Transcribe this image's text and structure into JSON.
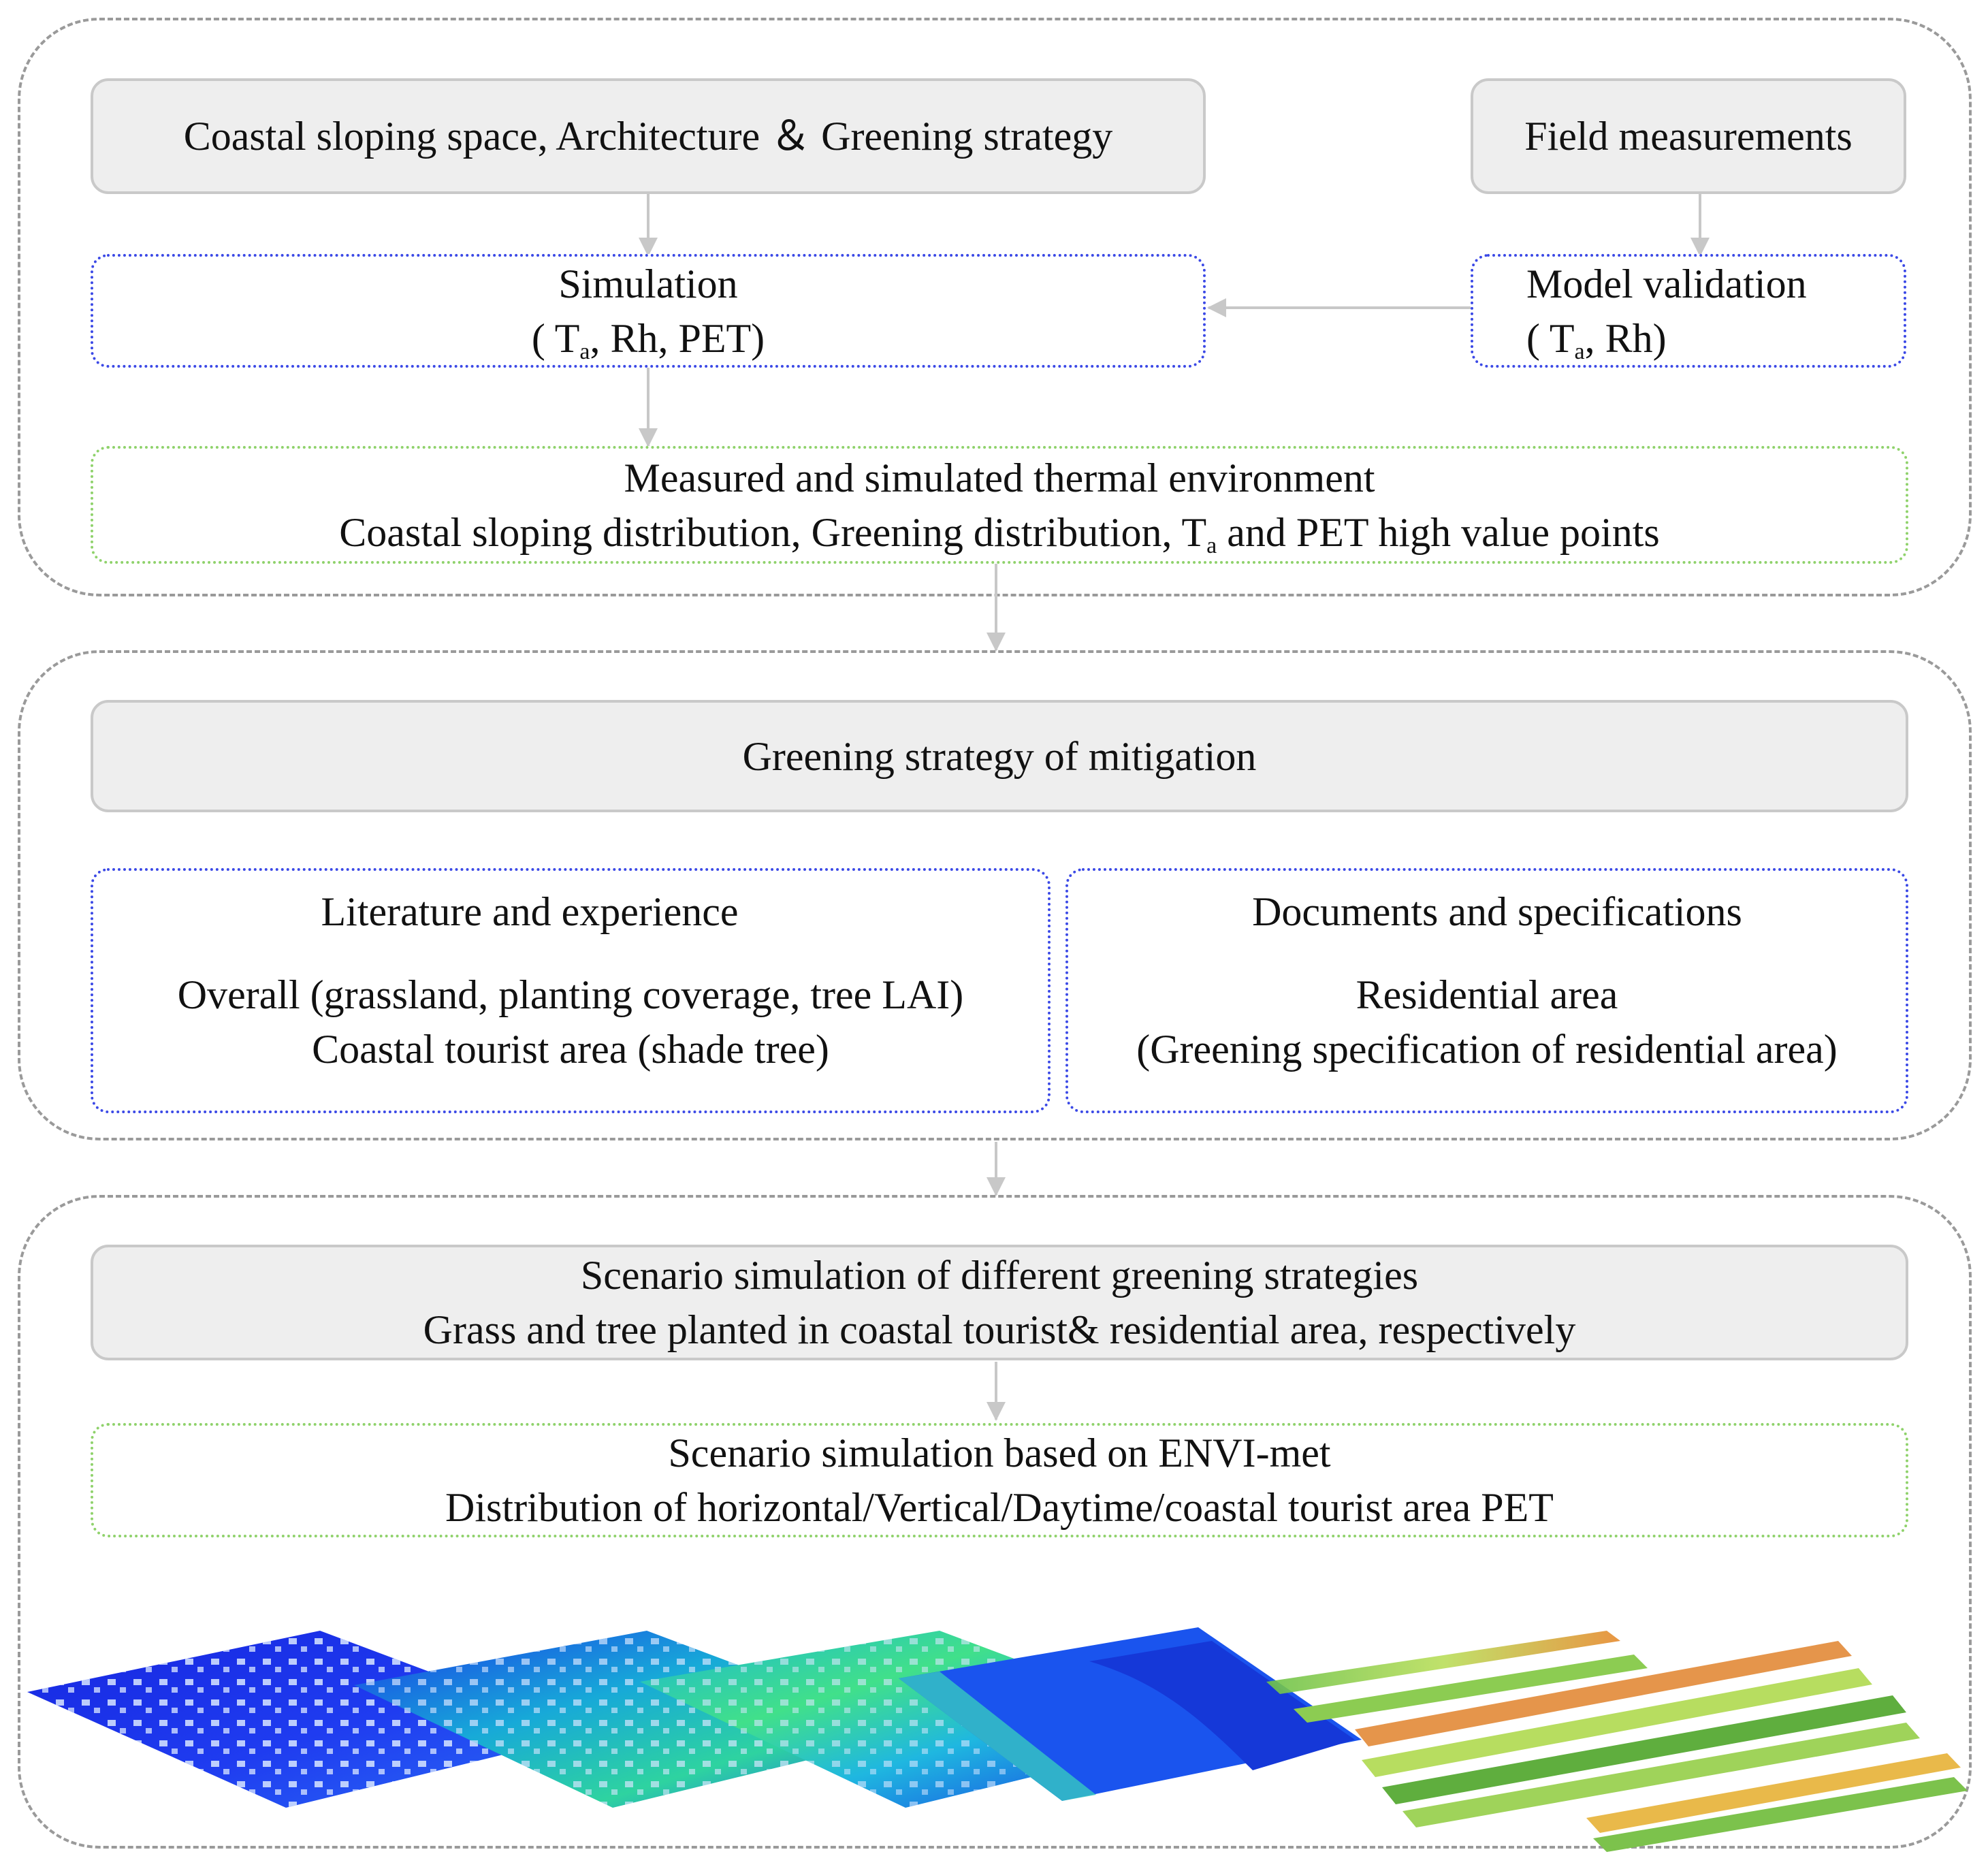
{
  "stage1": {
    "top_left_box": "Coastal sloping space, Architecture  ＆ Greening strategy",
    "top_right_box": "Field measurements",
    "simulation_title": "Simulation",
    "simulation_vars_pre": "( T",
    "simulation_vars_sub": "a",
    "simulation_vars_post": ", Rh, PET)",
    "validation_title": "Model validation",
    "validation_vars_pre": "( T",
    "validation_vars_sub": "a",
    "validation_vars_post": ", Rh)",
    "result_line1": "Measured and simulated thermal environment",
    "result_line2_pre": "Coastal sloping distribution, Greening distribution, T",
    "result_line2_sub": "a",
    "result_line2_post": " and PET high value points"
  },
  "stage2": {
    "strategy_box": "Greening strategy of mitigation",
    "literature_title": "Literature and experience",
    "literature_line1": "Overall (grassland, planting coverage, tree LAI)",
    "literature_line2": "Coastal tourist area (shade tree)",
    "documents_title": "Documents and specifications",
    "documents_line1": "Residential area",
    "documents_line2": "(Greening specification of residential area)"
  },
  "stage3": {
    "scenario_line1": "Scenario simulation of different greening strategies",
    "scenario_line2": "Grass and tree planted in coastal tourist& residential area, respectively",
    "envimet_line1": "Scenario simulation based on ENVI-met",
    "envimet_line2": "Distribution of horizontal/Vertical/Daytime/coastal tourist area PET"
  },
  "colors": {
    "section_border": "#9a9a9a",
    "gray_fill": "#eeeeee",
    "blue_dotted": "#3b49e6",
    "green_dotted": "#8fd26b",
    "arrow": "#c8c8c8"
  }
}
